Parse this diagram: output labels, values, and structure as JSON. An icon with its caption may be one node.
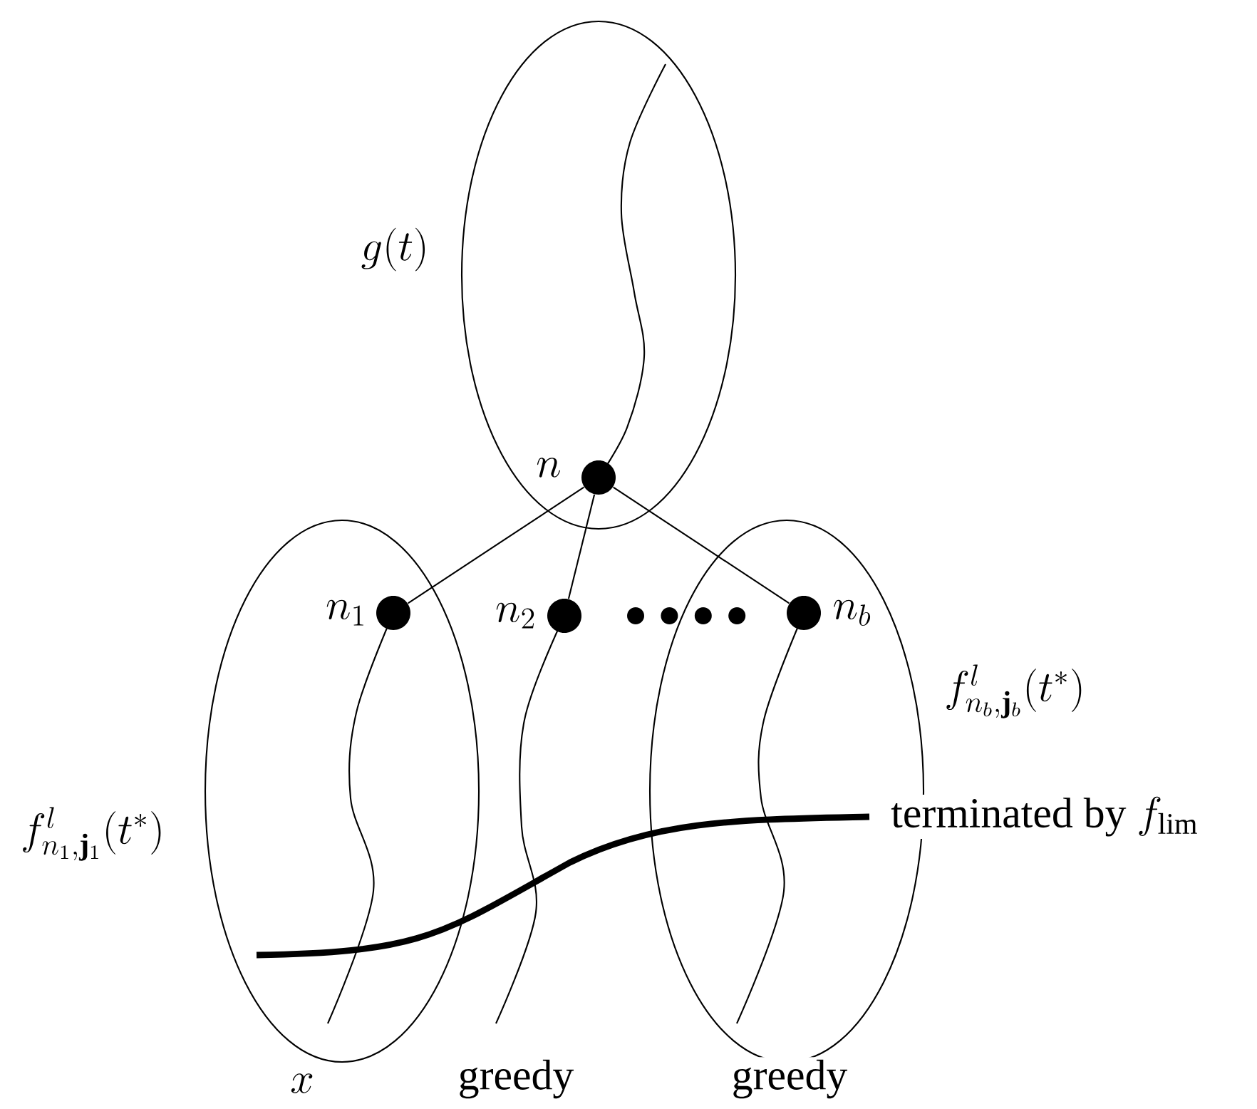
{
  "diagram": {
    "nodes": [
      {
        "text": [
          "g(t)"
        ]
      },
      {
        "text": [],
        "shape": "circle",
        "beside": [
          "n"
        ],
        "in": 0
      },
      {
        "text": [
          "f^{l}_{n_1,\\mathbf{j}_1}(t^*)"
        ]
      },
      {
        "text": [],
        "shape": "circle",
        "beside": [
          "n_1"
        ],
        "in": 2
      },
      {
        "text": [],
        "shape": "circle",
        "beside": [
          "n_2"
        ]
      },
      {
        "text": [
          "f^{l}_{n_b,\\mathbf{j}_b}(t^*)"
        ]
      },
      {
        "text": [],
        "shape": "circle",
        "beside": [
          "n_b"
        ],
        "in": 5
      }
    ],
    "edges": [
      {
        "from": 1,
        "to": 3,
        "arrow": "none"
      },
      {
        "from": 1,
        "to": 4,
        "arrow": "none"
      },
      {
        "from": 1,
        "to": 6,
        "arrow": "none"
      }
    ],
    "labels": [
      "\\mbox{terminated by }f_{\\mathrm{lim}}",
      "x",
      "\\mbox{greedy}",
      "\\mbox{greedy}"
    ]
  }
}
